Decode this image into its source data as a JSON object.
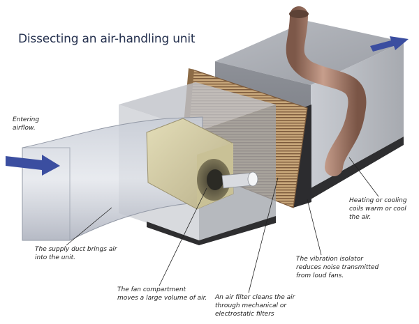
{
  "title": "Dissecting an air-handling unit",
  "labels": {
    "entering": [
      "Entering",
      "airflow."
    ],
    "duct": [
      "The supply duct brings air",
      "into the unit."
    ],
    "fan": [
      "The fan compartment",
      "moves a large volume of air."
    ],
    "filter": [
      "An air filter cleans the air",
      "through mechanical or",
      "electrostatic filters"
    ],
    "vibration": [
      "The vibration isolator",
      "reduces noise transmitted",
      "from loud fans."
    ],
    "coil": [
      "Heating or cooling",
      "coils warm or cool",
      "the air."
    ]
  },
  "colors": {
    "title": "#25314f",
    "arrow": "#3b4ea0",
    "pipe": "#a57d6c",
    "fan_housing": "#d6cfa6",
    "filter": "#c5a878",
    "box_dark": "#2e2e30"
  }
}
